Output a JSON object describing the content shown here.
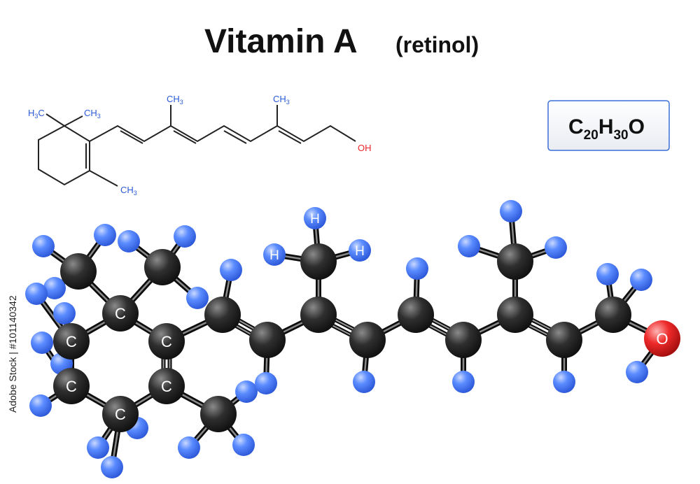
{
  "title": {
    "main": "Vitamin A",
    "sub": "(retinol)"
  },
  "formula": {
    "c": "C",
    "c_count": "20",
    "h": "H",
    "h_count": "30",
    "o": "O"
  },
  "skeletal_labels": {
    "h3c": "H",
    "h3c_sub": "3",
    "h3c_c": "C",
    "ch3": "CH",
    "ch3_sub": "3",
    "oh": "OH"
  },
  "atom_labels": {
    "carbon": "C",
    "hydrogen": "H",
    "oxygen": "O"
  },
  "stock_id": "Adobe Stock | #101140342",
  "colors": {
    "carbon": "#2b2b2b",
    "hydrogen": "#4a7dff",
    "oxygen": "#e8242a",
    "label_blue": "#2b5ad6",
    "oh_red": "#e8242a",
    "formula_border": "#3b6fd8"
  }
}
